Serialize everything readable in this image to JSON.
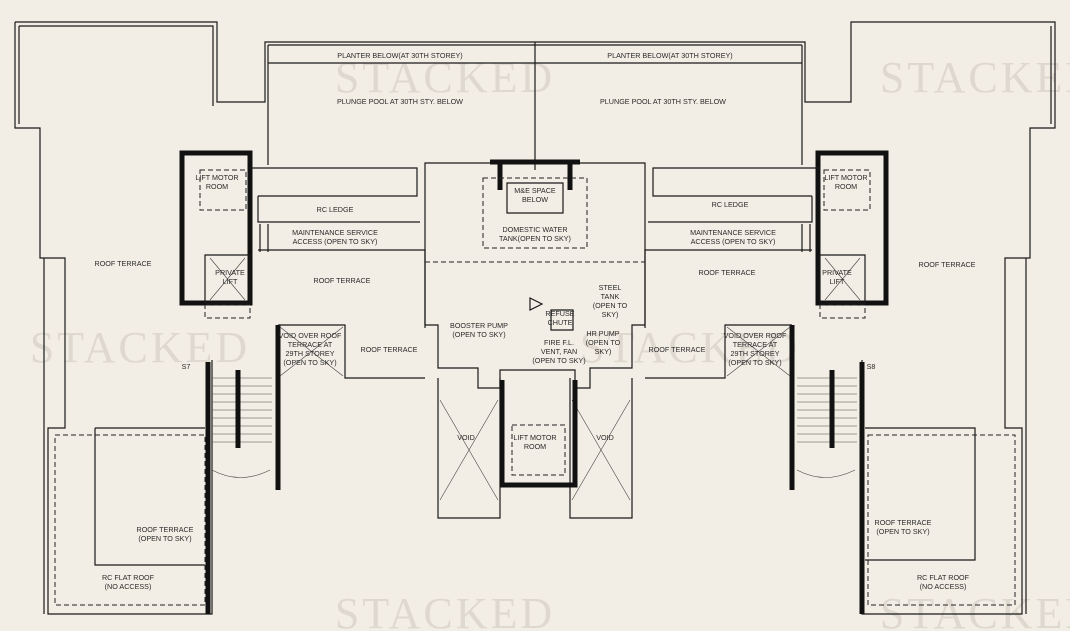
{
  "watermark": "STACKED",
  "colors": {
    "background": "#f3eee5",
    "walls": "#111111",
    "watermark": "#d9d3ca"
  },
  "labels": [
    {
      "id": "planter-left",
      "lines": [
        "PLANTER BELOW(AT 30TH STOREY)"
      ]
    },
    {
      "id": "planter-right",
      "lines": [
        "PLANTER BELOW(AT 30TH STOREY)"
      ]
    },
    {
      "id": "plunge-pool-left",
      "lines": [
        "PLUNGE POOL AT 30TH STY. BELOW"
      ]
    },
    {
      "id": "plunge-pool-right",
      "lines": [
        "PLUNGE POOL AT 30TH STY. BELOW"
      ]
    },
    {
      "id": "lift-motor-room-left",
      "lines": [
        "LIFT MOTOR",
        "ROOM"
      ]
    },
    {
      "id": "lift-motor-room-right",
      "lines": [
        "LIFT MOTOR",
        "ROOM"
      ]
    },
    {
      "id": "lift-motor-room-center",
      "lines": [
        "LIFT MOTOR",
        "ROOM"
      ]
    },
    {
      "id": "rc-ledge-left",
      "lines": [
        "RC LEDGE"
      ]
    },
    {
      "id": "rc-ledge-right",
      "lines": [
        "RC LEDGE"
      ]
    },
    {
      "id": "maintenance-left",
      "lines": [
        "MAINTENANCE SERVICE",
        "ACCESS (OPEN TO SKY)"
      ]
    },
    {
      "id": "maintenance-right",
      "lines": [
        "MAINTENANCE SERVICE",
        "ACCESS (OPEN TO SKY)"
      ]
    },
    {
      "id": "me-space",
      "lines": [
        "M&E SPACE",
        "BELOW"
      ]
    },
    {
      "id": "domestic-water-tank",
      "lines": [
        "DOMESTIC WATER",
        "TANK(OPEN TO SKY)"
      ]
    },
    {
      "id": "roof-terrace-far-left",
      "lines": [
        "ROOF TERRACE"
      ]
    },
    {
      "id": "roof-terrace-left",
      "lines": [
        "ROOF TERRACE"
      ]
    },
    {
      "id": "roof-terrace-left-lower",
      "lines": [
        "ROOF TERRACE"
      ]
    },
    {
      "id": "roof-terrace-right",
      "lines": [
        "ROOF TERRACE"
      ]
    },
    {
      "id": "roof-terrace-right-lower",
      "lines": [
        "ROOF TERRACE"
      ]
    },
    {
      "id": "roof-terrace-far-right",
      "lines": [
        "ROOF TERRACE"
      ]
    },
    {
      "id": "private-lift-left",
      "lines": [
        "PRIVATE",
        "LIFT"
      ]
    },
    {
      "id": "private-lift-right",
      "lines": [
        "PRIVATE",
        "LIFT"
      ]
    },
    {
      "id": "steel-tank",
      "lines": [
        "STEEL",
        "TANK",
        "(OPEN TO",
        "SKY)"
      ]
    },
    {
      "id": "booster-pump",
      "lines": [
        "BOOSTER PUMP",
        "(OPEN TO SKY)"
      ]
    },
    {
      "id": "refuse-chute",
      "lines": [
        "REFUSE",
        "CHUTE"
      ]
    },
    {
      "id": "hr-pump",
      "lines": [
        "HR  PUMP",
        "(OPEN TO",
        "SKY)"
      ]
    },
    {
      "id": "fire-vent",
      "lines": [
        "FIRE F.L.",
        "VENT, FAN",
        "(OPEN TO SKY)"
      ]
    },
    {
      "id": "void-over-left",
      "lines": [
        "VOID OVER ROOF",
        "TERRACE AT",
        "29TH STOREY",
        "(OPEN TO SKY)"
      ]
    },
    {
      "id": "void-over-right",
      "lines": [
        "VOID OVER ROOF",
        "TERRACE AT",
        "29TH STOREY",
        "(OPEN TO SKY)"
      ]
    },
    {
      "id": "stair-s7",
      "lines": [
        "S7"
      ]
    },
    {
      "id": "stair-s8",
      "lines": [
        "S8"
      ]
    },
    {
      "id": "void-left",
      "lines": [
        "VOID"
      ]
    },
    {
      "id": "void-right",
      "lines": [
        "VOID"
      ]
    },
    {
      "id": "roof-terrace-open-left",
      "lines": [
        "ROOF TERRACE",
        "(OPEN TO SKY)"
      ]
    },
    {
      "id": "roof-terrace-open-right",
      "lines": [
        "ROOF TERRACE",
        "(OPEN TO SKY)"
      ]
    },
    {
      "id": "rc-flat-roof-left",
      "lines": [
        "RC FLAT ROOF",
        "(NO ACCESS)"
      ]
    },
    {
      "id": "rc-flat-roof-right",
      "lines": [
        "RC FLAT ROOF",
        "(NO ACCESS)"
      ]
    }
  ]
}
